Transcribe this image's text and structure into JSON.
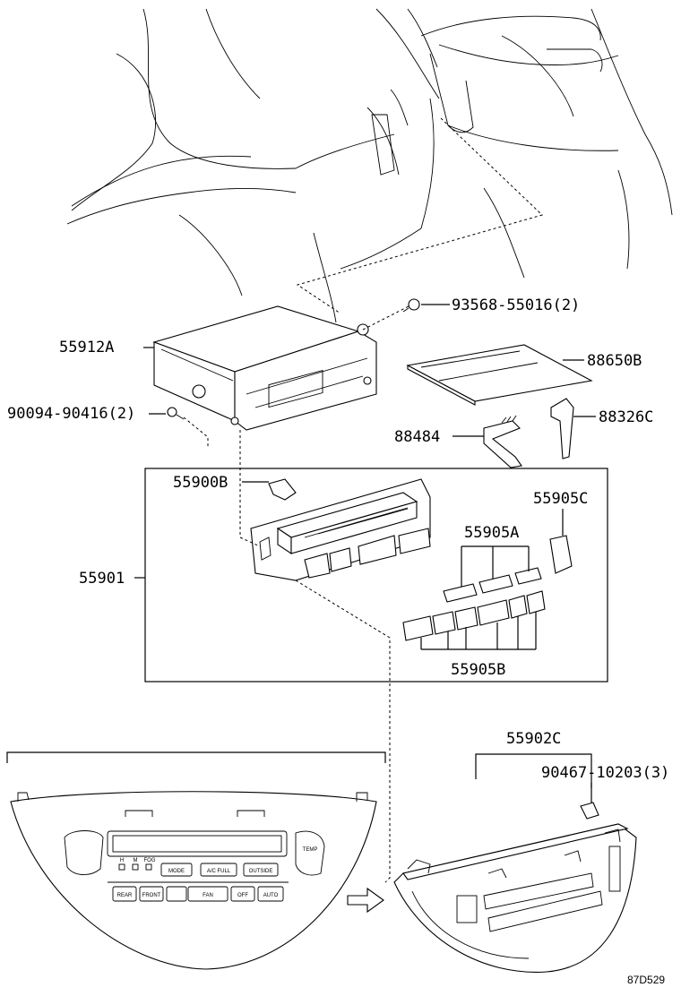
{
  "callouts": {
    "p93568": "93568-55016(2)",
    "p55912A": "55912A",
    "p88650B": "88650B",
    "p90094": "90094-90416(2)",
    "p88326C": "88326C",
    "p88484": "88484",
    "p55900B": "55900B",
    "p55905C": "55905C",
    "p55905A": "55905A",
    "p55901": "55901",
    "p55905B": "55905B",
    "p55902C": "55902C",
    "p90467": "90467-10203(3)"
  },
  "panel_buttons": {
    "mode": "MODE",
    "ac_full": "A/C FULL",
    "outside": "OUTSIDE",
    "auto": "AUTO",
    "off": "OFF",
    "fan": "FAN",
    "temp": "TEMP",
    "rear": "REAR",
    "front": "FRONT",
    "h": "H",
    "m": "M",
    "fog": "FOG"
  },
  "diagram_code": "87D529"
}
